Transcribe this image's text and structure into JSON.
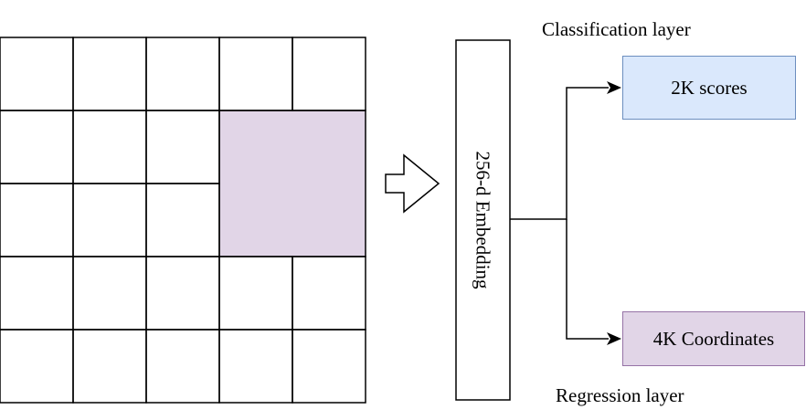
{
  "labels": {
    "classification_layer": "Classification  layer",
    "regression_layer": "Regression  layer"
  },
  "boxes": {
    "scores": "2K scores",
    "coordinates": "4K Coordinates",
    "embedding": "256-d Embedding"
  },
  "grid": {
    "rows": 5,
    "cols": 5,
    "highlight": {
      "row_start": 1,
      "row_end": 2,
      "col_start": 3,
      "col_end": 4
    }
  },
  "colors": {
    "highlight_fill": "#e1d5e7",
    "scores_fill": "#dae8fc",
    "scores_border": "#6c8ebf",
    "coordinates_fill": "#e1d5e7",
    "coordinates_border": "#9673a6",
    "line": "#000000"
  }
}
